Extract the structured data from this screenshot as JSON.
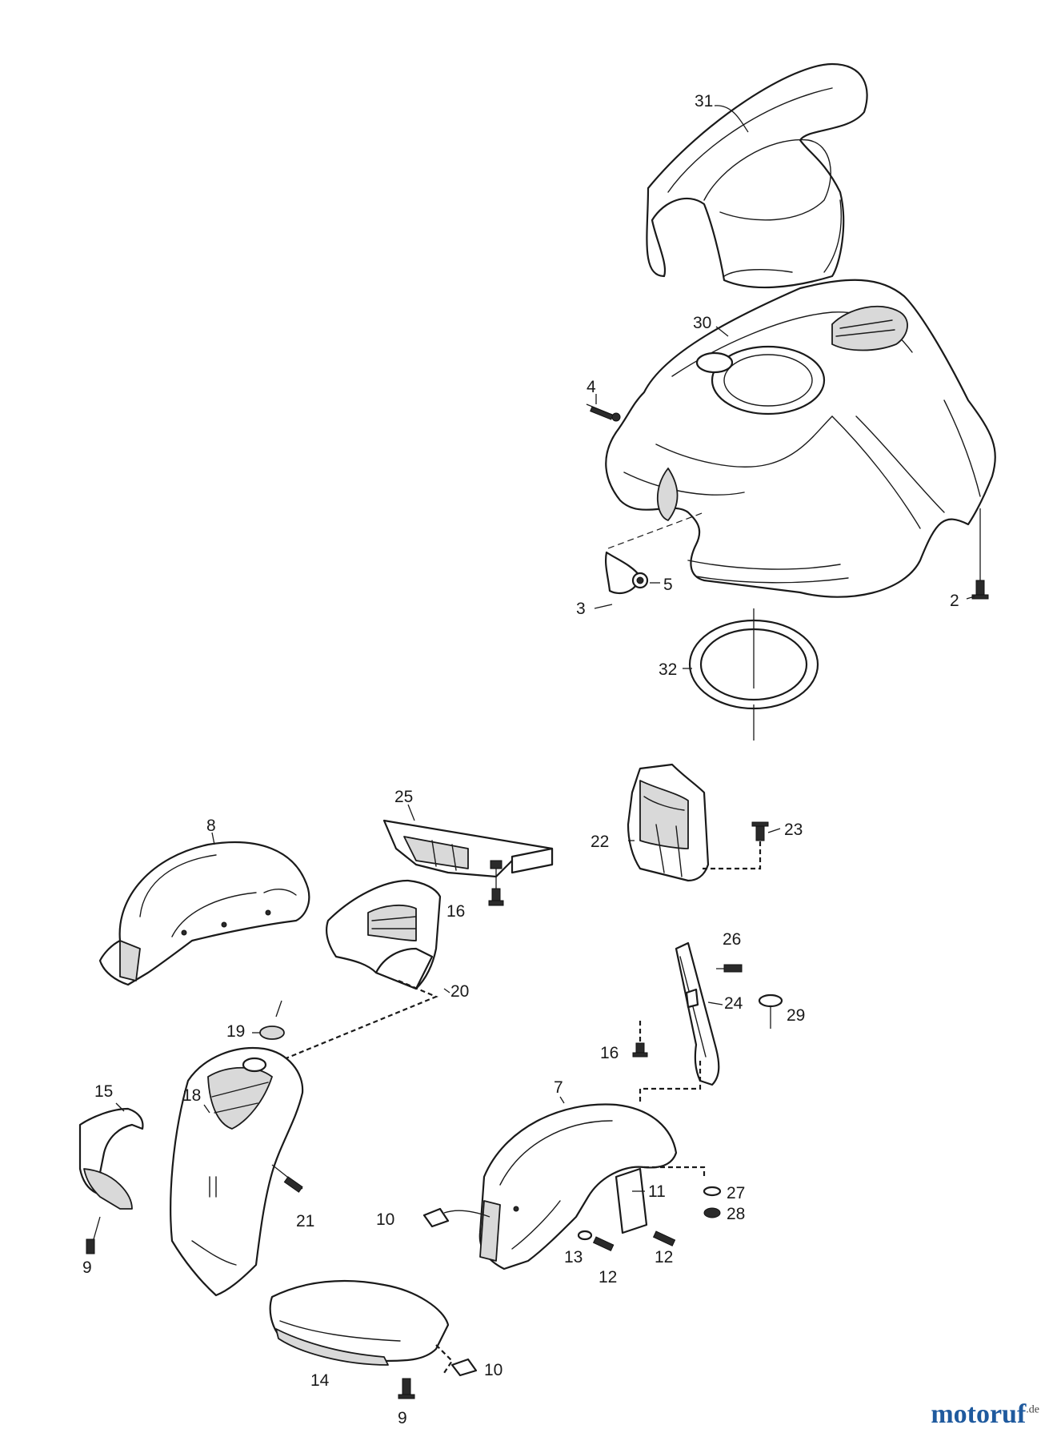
{
  "callouts": {
    "p31": "31",
    "p30": "30",
    "p4": "4",
    "p5": "5",
    "p3": "3",
    "p2": "2",
    "p32": "32",
    "p25": "25",
    "p16a": "16",
    "p22": "22",
    "p23": "23",
    "p8": "8",
    "p26": "26",
    "p20": "20",
    "p24": "24",
    "p29": "29",
    "p16b": "16",
    "p19": "19",
    "p15": "15",
    "p18": "18",
    "p7": "7",
    "p27": "27",
    "p28": "28",
    "p11": "11",
    "p21": "21",
    "p10a": "10",
    "p13": "13",
    "p12a": "12",
    "p12b": "12",
    "p9a": "9",
    "p14": "14",
    "p10b": "10",
    "p9b": "9"
  },
  "watermark": {
    "name": "motoruf",
    "suffix": ".de"
  }
}
